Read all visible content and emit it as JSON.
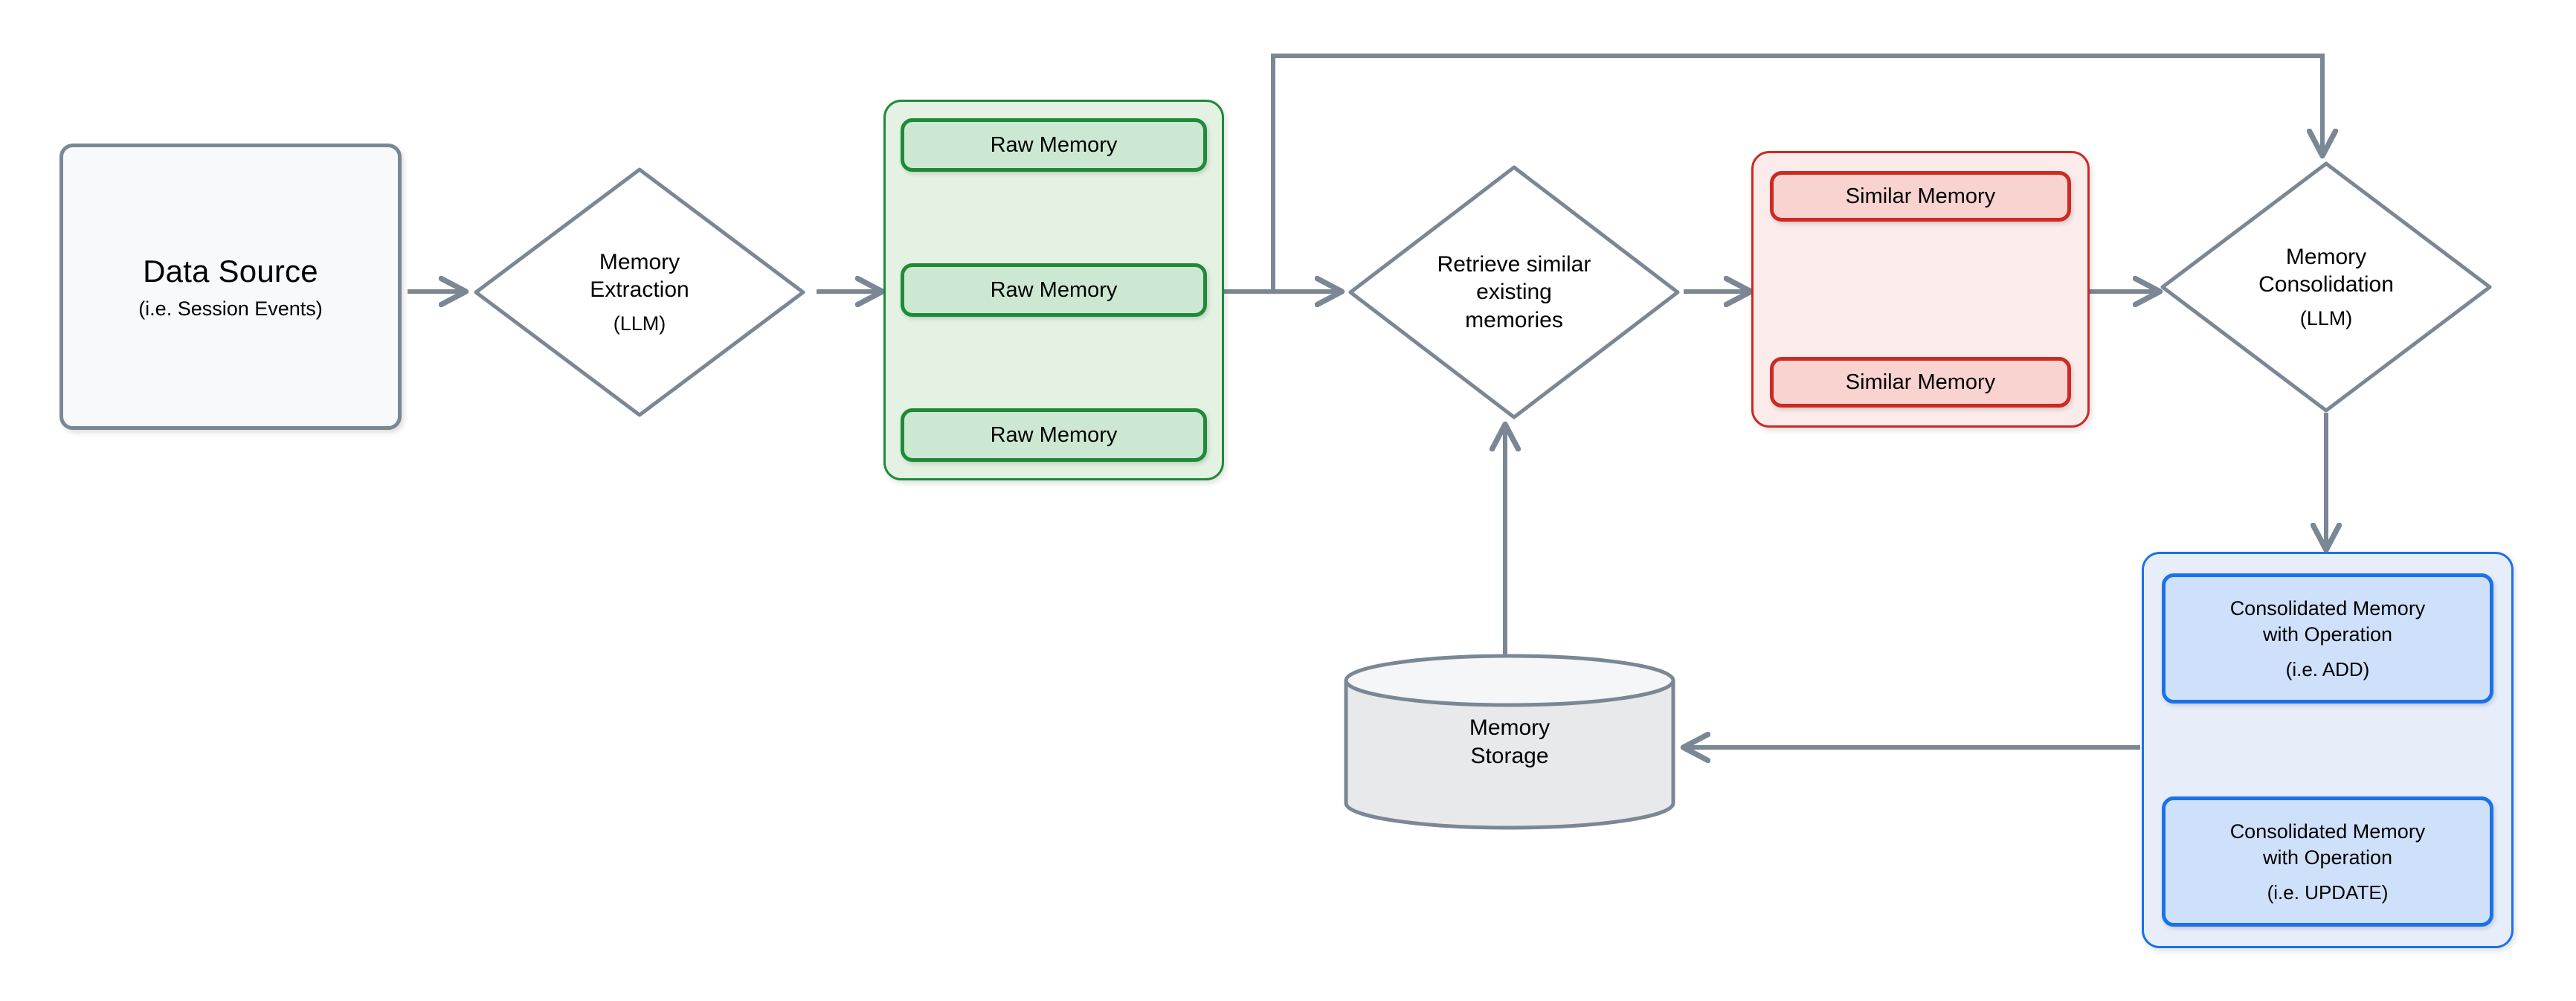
{
  "diagram": {
    "title": "Memory pipeline flow diagram",
    "colors": {
      "edge": "#7b8794",
      "neutral_border": "#7b8794",
      "neutral_fill": "#f7f9fb",
      "green_border": "#1e8b38",
      "green_group_fill": "#e4f2e3",
      "green_chip_fill": "#cde8d2",
      "red_border": "#cc2a22",
      "red_group_fill": "#fbeceb",
      "red_chip_fill": "#f8d3d0",
      "blue_border": "#1b72e8",
      "blue_group_fill": "#e8eef9",
      "blue_chip_fill": "#cfe0fa",
      "cylinder_fill": "#e8e9eb",
      "cylinder_top_fill": "#f4f6f7"
    }
  },
  "nodes": {
    "data_source": {
      "title": "Data Source",
      "subtitle": "(i.e. Session Events)"
    },
    "memory_extraction": {
      "title_line1": "Memory",
      "title_line2": "Extraction",
      "subtitle": "(LLM)"
    },
    "raw_memory_group": {
      "items": [
        {
          "label": "Raw Memory"
        },
        {
          "label": "Raw Memory"
        },
        {
          "label": "Raw Memory"
        }
      ]
    },
    "retrieve_similar": {
      "line1": "Retrieve similar",
      "line2": "existing",
      "line3": "memories"
    },
    "similar_memory_group": {
      "items": [
        {
          "label": "Similar Memory"
        },
        {
          "label": "Similar Memory"
        }
      ]
    },
    "memory_consolidation": {
      "title_line1": "Memory",
      "title_line2": "Consolidation",
      "subtitle": "(LLM)"
    },
    "consolidated_memory_group": {
      "items": [
        {
          "line1": "Consolidated Memory",
          "line2": "with Operation",
          "operation": "(i.e. ADD)"
        },
        {
          "line1": "Consolidated Memory",
          "line2": "with Operation",
          "operation": "(i.e. UPDATE)"
        }
      ]
    },
    "memory_storage": {
      "line1": "Memory",
      "line2": "Storage"
    }
  },
  "edges": [
    {
      "name": "data-source-to-memory-extraction",
      "from": "data_source",
      "to": "memory_extraction",
      "direction": "right"
    },
    {
      "name": "memory-extraction-to-raw-memory",
      "from": "memory_extraction",
      "to": "raw_memory_group",
      "direction": "right"
    },
    {
      "name": "raw-memory-to-retrieve-similar",
      "from": "raw_memory_group",
      "to": "retrieve_similar",
      "direction": "right"
    },
    {
      "name": "raw-memory-to-memory-consolidation",
      "from": "raw_memory_group",
      "to": "memory_consolidation",
      "direction": "up-right-down"
    },
    {
      "name": "retrieve-similar-to-similar-memory",
      "from": "retrieve_similar",
      "to": "similar_memory_group",
      "direction": "right"
    },
    {
      "name": "similar-memory-to-memory-consolidation",
      "from": "similar_memory_group",
      "to": "memory_consolidation",
      "direction": "right"
    },
    {
      "name": "memory-consolidation-to-consolidated-memory",
      "from": "memory_consolidation",
      "to": "consolidated_memory_group",
      "direction": "down"
    },
    {
      "name": "consolidated-memory-to-memory-storage",
      "from": "consolidated_memory_group",
      "to": "memory_storage",
      "direction": "left"
    },
    {
      "name": "memory-storage-to-retrieve-similar",
      "from": "memory_storage",
      "to": "retrieve_similar",
      "direction": "up"
    }
  ]
}
